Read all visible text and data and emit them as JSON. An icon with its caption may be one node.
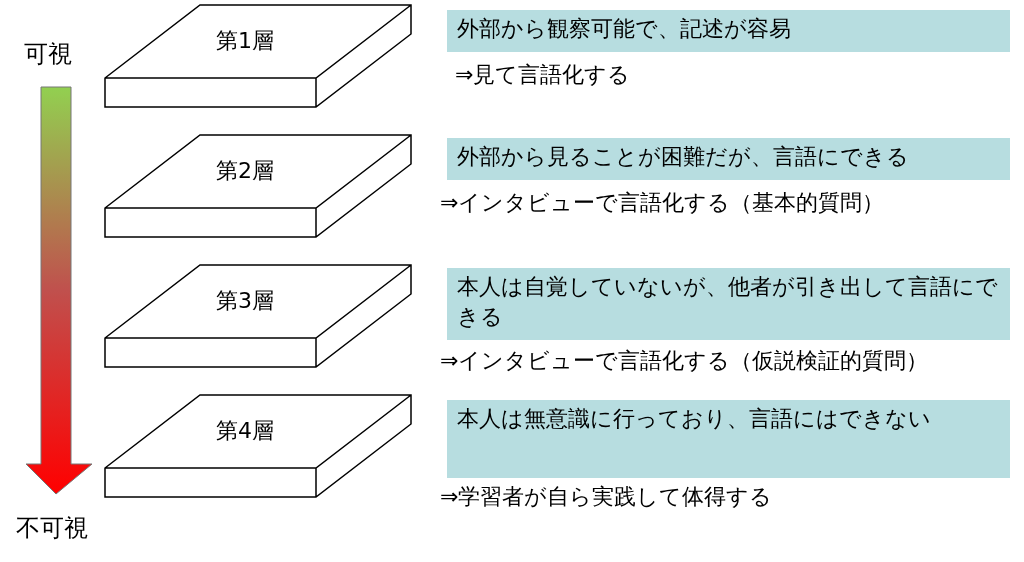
{
  "diagram": {
    "nodes": [
      {
        "text": [
          "第1層"
        ]
      },
      {
        "text": [
          "外部から観察可能で、記述が容易"
        ],
        "beside": [
          "⇒見て言語化する"
        ]
      },
      {
        "text": [
          "第2層"
        ]
      },
      {
        "text": [
          "外部から見ることが困難だが、言語にできる"
        ],
        "beside": [
          "⇒インタビューで言語化する（基本的質問）"
        ]
      },
      {
        "text": [
          "第3層"
        ]
      },
      {
        "text": [
          "本人は自覚していないが、他者が引き出して言語にできる"
        ],
        "beside": [
          "⇒インタビューで言語化する（仮説検証的質問）"
        ]
      },
      {
        "text": [
          "第4層"
        ]
      },
      {
        "text": [
          "本人は無意識に行っており、言語にはできない"
        ],
        "beside": [
          "⇒学習者が自ら実践して体得する"
        ]
      }
    ],
    "edges": [],
    "labels": [
      "可視",
      "不可視"
    ]
  }
}
